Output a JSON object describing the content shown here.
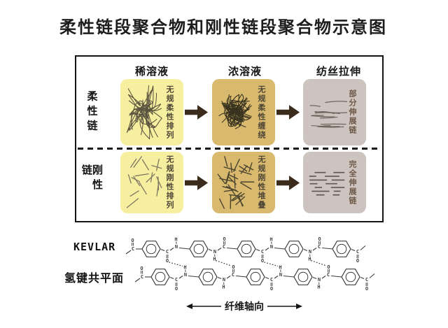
{
  "title": "柔性链段聚合物和刚性链段聚合物示意图",
  "diagram": {
    "column_headers": [
      "稀溶液",
      "浓溶液",
      "纺丝拉伸"
    ],
    "row_labels": [
      "柔性链",
      "刚性链"
    ],
    "arrow_color": "#3A2B1C",
    "cells": [
      {
        "row": "柔性链",
        "col": "稀溶液",
        "annotation": "无规柔性排列",
        "fill": "#F7EFA0",
        "pattern": "coils-sparse",
        "stroke": "#59533F",
        "text_color": "#4E4636"
      },
      {
        "row": "柔性链",
        "col": "浓溶液",
        "annotation": "无规柔性缠绕",
        "fill": "#D8B96E",
        "pattern": "coils-dense",
        "stroke": "#38321F",
        "text_color": "#4E4636"
      },
      {
        "row": "柔性链",
        "col": "纺丝拉伸",
        "annotation": "部分伸展链",
        "fill": "#CDC4C0",
        "pattern": "waves",
        "stroke": "#6F675F",
        "text_color": "#6E5846"
      },
      {
        "row": "刚性链",
        "col": "稀溶液",
        "annotation": "无规刚性排列",
        "fill": "#F7EFA0",
        "pattern": "rods-sparse",
        "stroke": "#7E7763",
        "text_color": "#4E4636"
      },
      {
        "row": "刚性链",
        "col": "浓溶液",
        "annotation": "无规刚性堆叠",
        "fill": "#D8B96E",
        "pattern": "rods-dense",
        "stroke": "#4C452F",
        "text_color": "#4E4636"
      },
      {
        "row": "刚性链",
        "col": "纺丝拉伸",
        "annotation": "完全伸展链",
        "fill": "#CDC4C0",
        "pattern": "dashes",
        "stroke": "#5E574F",
        "text_color": "#6E5846"
      }
    ]
  },
  "bottom": {
    "kevlar_label": "KEVLAR",
    "hydrogen_label": "氢键共平面",
    "axis_label": "纤维轴向",
    "kevlar_structure": {
      "atoms": {
        "carbon": "C",
        "nitrogen": "N",
        "hydrogen": "H",
        "oxygen": "O"
      },
      "rings_per_chain": 5,
      "chain_count": 2,
      "hydrogen_bond_count": 4,
      "color": "#3C3C3C"
    }
  }
}
